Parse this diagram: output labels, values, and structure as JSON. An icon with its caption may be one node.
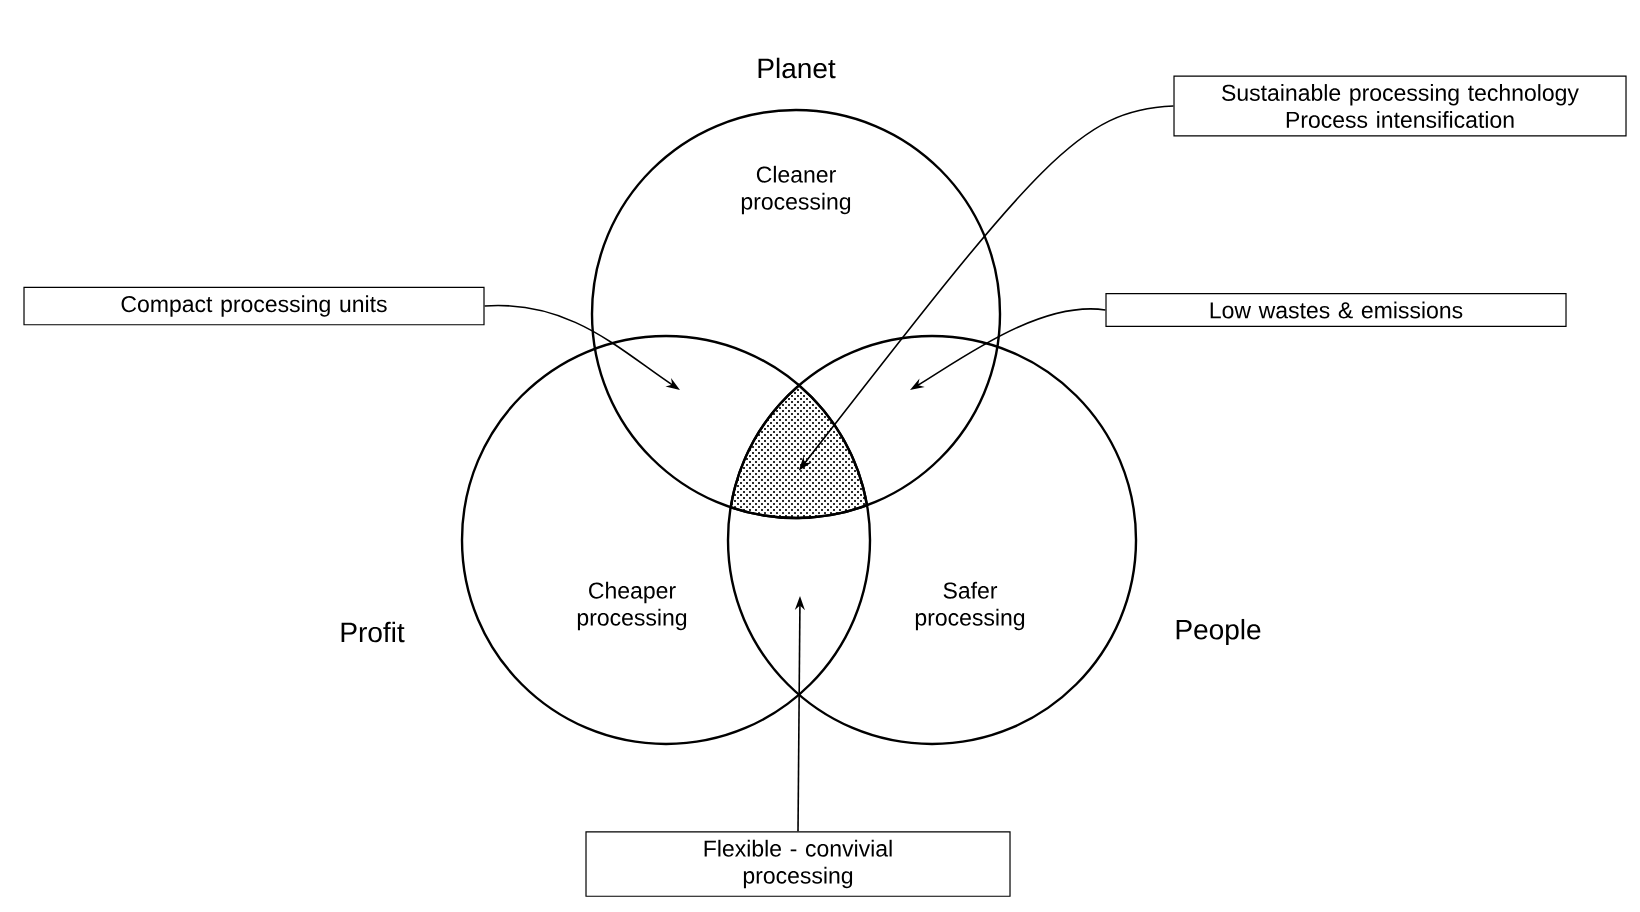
{
  "diagram": {
    "nodes": [
      {
        "text": [
          "Planet",
          "Cleaner processing"
        ]
      },
      {
        "text": [
          "Profit",
          "Cheaper processing"
        ]
      },
      {
        "text": [
          "People",
          "Safer processing"
        ]
      },
      {
        "text": [
          "Compact processing units"
        ]
      },
      {
        "text": [
          "Low wastes & emissions"
        ]
      },
      {
        "text": [
          "Sustainable processing technology",
          "Process intensification"
        ]
      },
      {
        "text": [
          "Flexible - convivial processing"
        ]
      },
      {
        "text": [],
        "shape": "picture"
      }
    ],
    "edges": [
      {
        "from": 3,
        "to": 0,
        "arrow": "to"
      },
      {
        "from": 4,
        "to": 0,
        "arrow": "to"
      },
      {
        "from": 5,
        "to": 7,
        "arrow": "to"
      },
      {
        "from": 6,
        "to": 1,
        "arrow": "to"
      }
    ]
  }
}
